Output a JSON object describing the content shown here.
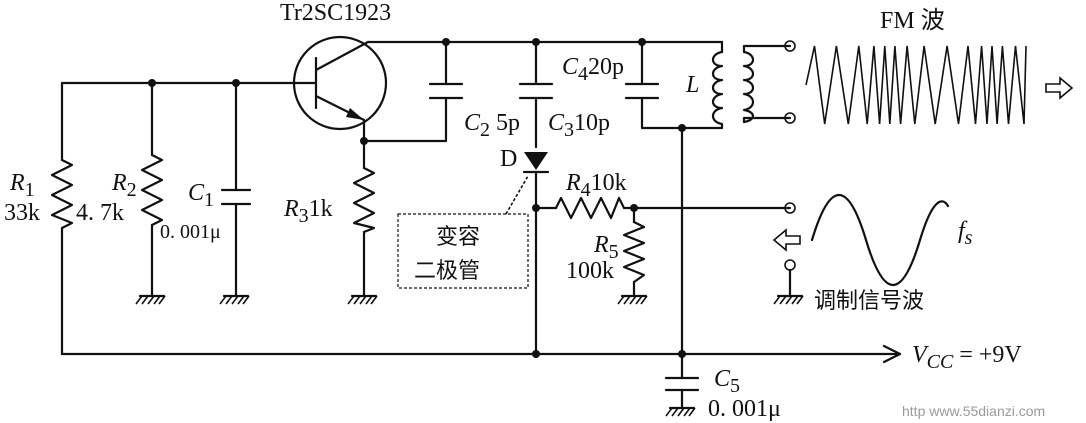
{
  "transistor": {
    "label": "Tr2SC1923"
  },
  "output": {
    "label": "FM 波"
  },
  "components": {
    "r1": {
      "name": "R",
      "sub": "1",
      "value": "33k"
    },
    "r2": {
      "name": "R",
      "sub": "2",
      "value": "4. 7k"
    },
    "c1": {
      "name": "C",
      "sub": "1",
      "value": "0. 001μ"
    },
    "r3": {
      "name": "R",
      "sub": "3",
      "value": "1k"
    },
    "c2": {
      "name": "C",
      "sub": "2",
      "value": " 5p"
    },
    "c3": {
      "name": "C",
      "sub": "3",
      "value": "10p"
    },
    "c4": {
      "name": "C",
      "sub": "4",
      "value": "20p"
    },
    "l": {
      "name": "L"
    },
    "d": {
      "name": "D"
    },
    "r4": {
      "name": "R",
      "sub": "4",
      "value": "10k"
    },
    "r5": {
      "name": "R",
      "sub": "5",
      "value": "100k"
    },
    "c5": {
      "name": "C",
      "sub": "5",
      "value": "0. 001μ"
    }
  },
  "varactor_note": {
    "line1": "变容",
    "line2": "二极管"
  },
  "modulation": {
    "symbol": "f",
    "sub": "s",
    "label": "调制信号波"
  },
  "supply": {
    "name": "V",
    "sub": "CC",
    "value": " = +9V"
  },
  "watermark": {
    "text": "http  www.55dianzi.com"
  }
}
